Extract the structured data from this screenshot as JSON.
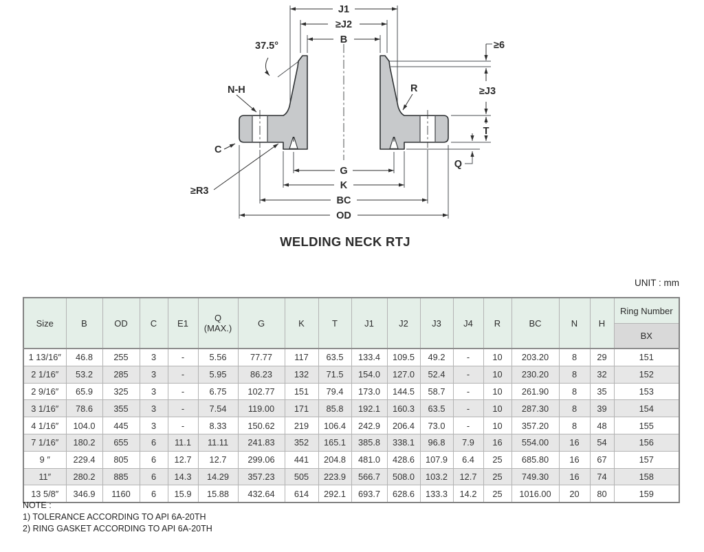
{
  "diagram": {
    "title": "WELDING NECK RTJ",
    "labels": {
      "j1": "J1",
      "j2": "≥J2",
      "b": "B",
      "angle": "37.5°",
      "nh": "N-H",
      "r": "R",
      "min6": "≥6",
      "j3": "≥J3",
      "t": "T",
      "q": "Q",
      "c": "C",
      "r3": "≥R3",
      "g": "G",
      "k": "K",
      "bc": "BC",
      "od": "OD"
    }
  },
  "unit_label": "UNIT : mm",
  "table": {
    "headers": [
      "Size",
      "B",
      "OD",
      "C",
      "E1",
      "Q\n(MAX.)",
      "G",
      "K",
      "T",
      "J1",
      "J2",
      "J3",
      "J4",
      "R",
      "BC",
      "N",
      "H"
    ],
    "ring_header": "Ring Number",
    "ring_sub": "BX",
    "rows": [
      [
        "1 13/16″",
        "46.8",
        "255",
        "3",
        "-",
        "5.56",
        "77.77",
        "117",
        "63.5",
        "133.4",
        "109.5",
        "49.2",
        "-",
        "10",
        "203.20",
        "8",
        "29",
        "151"
      ],
      [
        "2 1/16″",
        "53.2",
        "285",
        "3",
        "-",
        "5.95",
        "86.23",
        "132",
        "71.5",
        "154.0",
        "127.0",
        "52.4",
        "-",
        "10",
        "230.20",
        "8",
        "32",
        "152"
      ],
      [
        "2 9/16″",
        "65.9",
        "325",
        "3",
        "-",
        "6.75",
        "102.77",
        "151",
        "79.4",
        "173.0",
        "144.5",
        "58.7",
        "-",
        "10",
        "261.90",
        "8",
        "35",
        "153"
      ],
      [
        "3 1/16″",
        "78.6",
        "355",
        "3",
        "-",
        "7.54",
        "119.00",
        "171",
        "85.8",
        "192.1",
        "160.3",
        "63.5",
        "-",
        "10",
        "287.30",
        "8",
        "39",
        "154"
      ],
      [
        "4 1/16″",
        "104.0",
        "445",
        "3",
        "-",
        "8.33",
        "150.62",
        "219",
        "106.4",
        "242.9",
        "206.4",
        "73.0",
        "-",
        "10",
        "357.20",
        "8",
        "48",
        "155"
      ],
      [
        "7 1/16″",
        "180.2",
        "655",
        "6",
        "11.1",
        "11.11",
        "241.83",
        "352",
        "165.1",
        "385.8",
        "338.1",
        "96.8",
        "7.9",
        "16",
        "554.00",
        "16",
        "54",
        "156"
      ],
      [
        "9 ″",
        "229.4",
        "805",
        "6",
        "12.7",
        "12.7",
        "299.06",
        "441",
        "204.8",
        "481.0",
        "428.6",
        "107.9",
        "6.4",
        "25",
        "685.80",
        "16",
        "67",
        "157"
      ],
      [
        "11″",
        "280.2",
        "885",
        "6",
        "14.3",
        "14.29",
        "357.23",
        "505",
        "223.9",
        "566.7",
        "508.0",
        "103.2",
        "12.7",
        "25",
        "749.30",
        "16",
        "74",
        "158"
      ],
      [
        "13 5/8″",
        "346.9",
        "1160",
        "6",
        "15.9",
        "15.88",
        "432.64",
        "614",
        "292.1",
        "693.7",
        "628.6",
        "133.3",
        "14.2",
        "25",
        "1016.00",
        "20",
        "80",
        "159"
      ]
    ]
  },
  "notes": {
    "title": "NOTE :",
    "items": [
      "1) TOLERANCE ACCORDING TO API 6A-20TH",
      "2) RING GASKET ACCORDING TO API 6A-20TH"
    ]
  }
}
